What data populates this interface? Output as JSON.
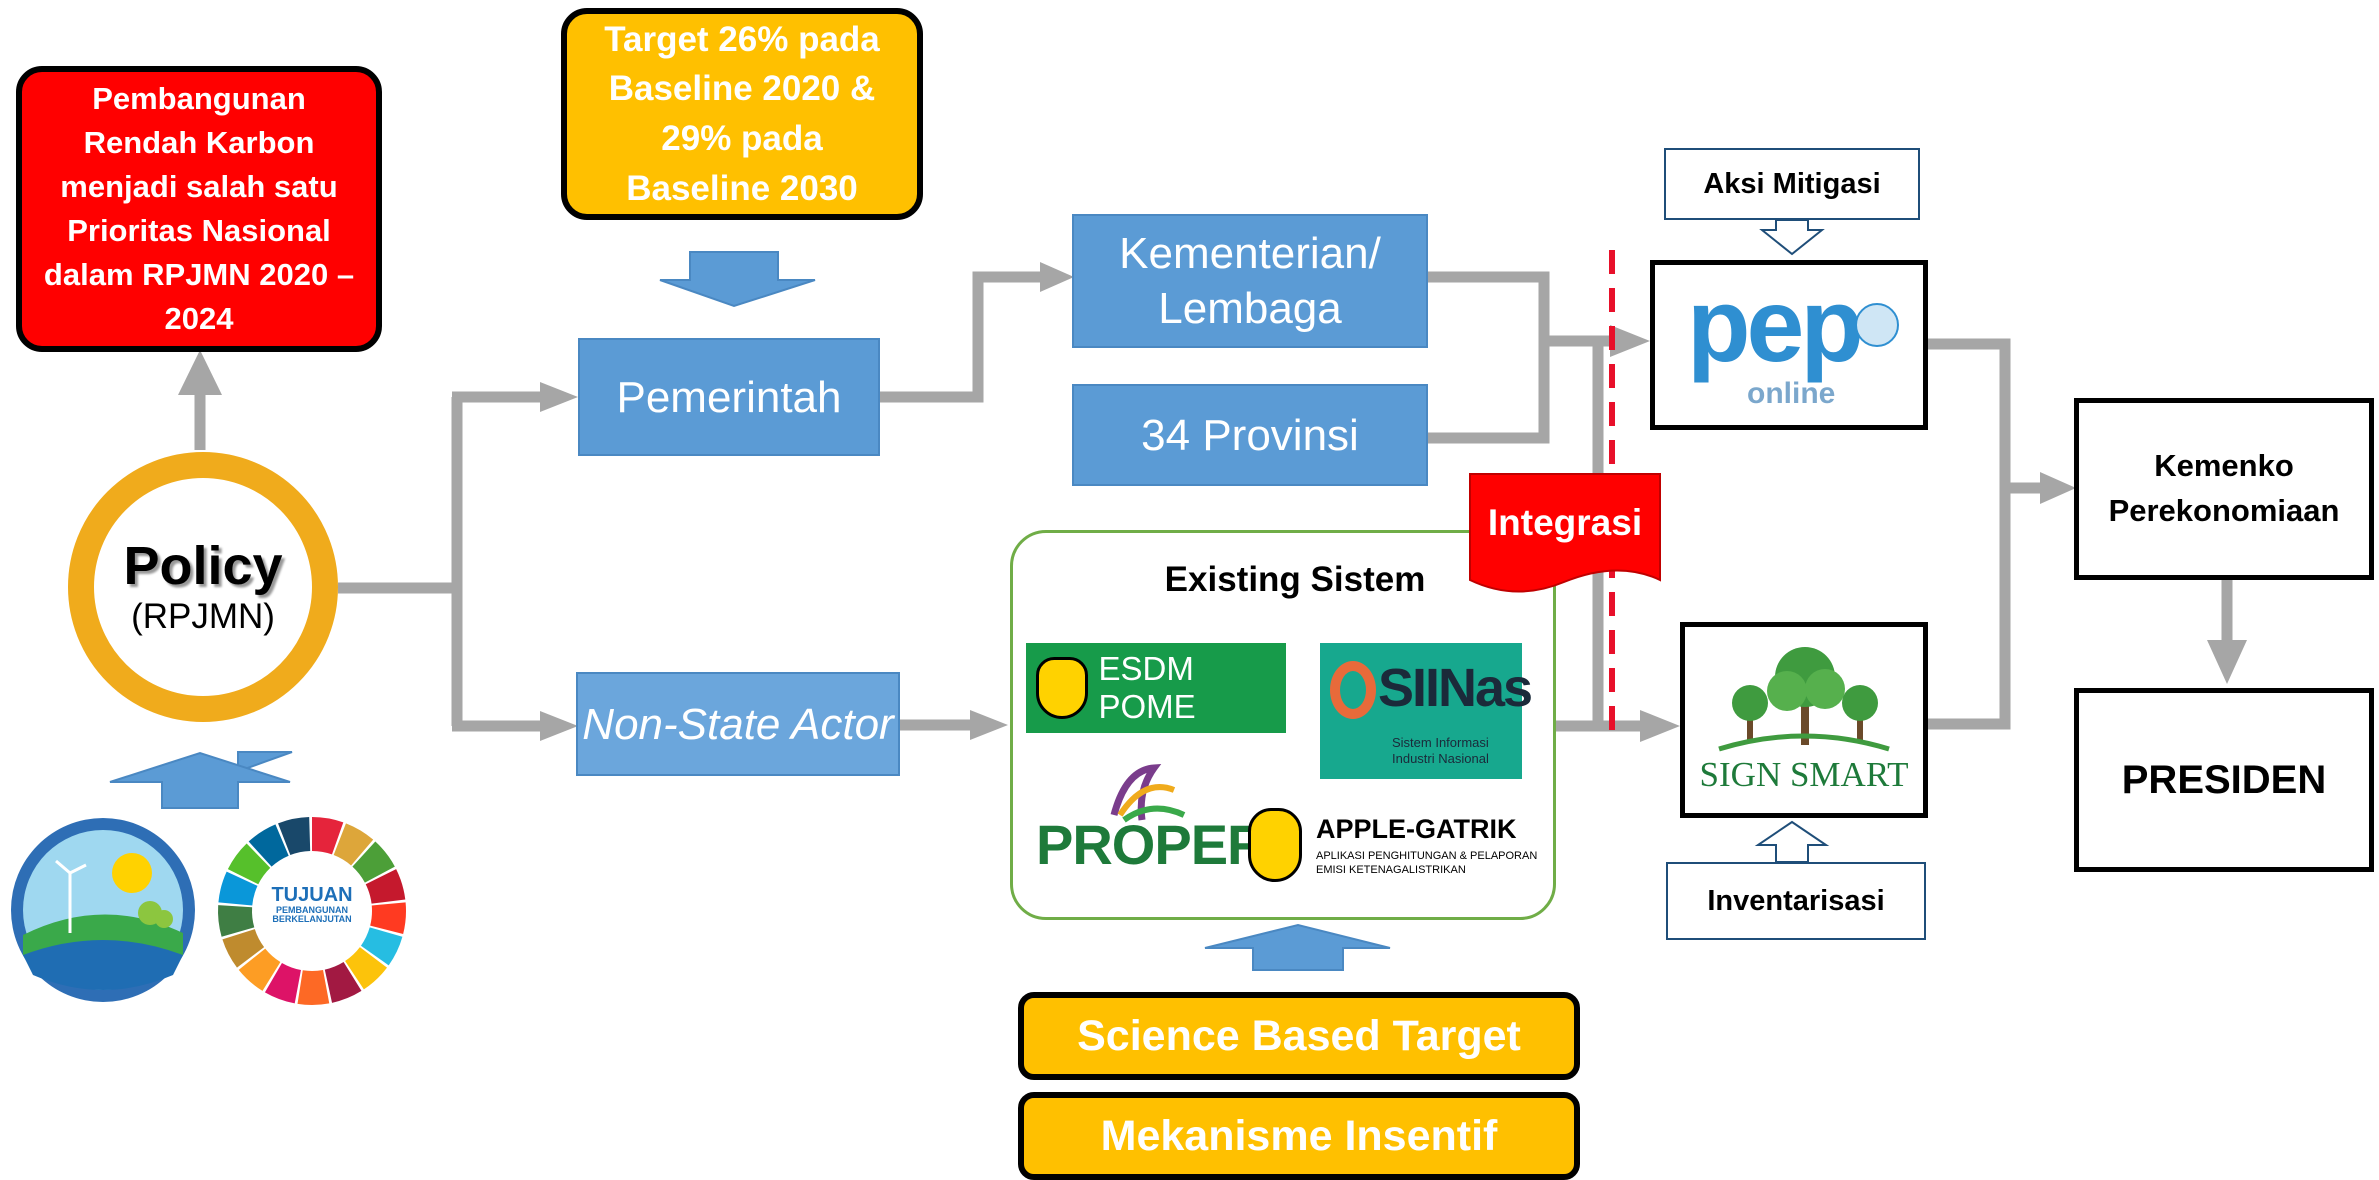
{
  "top_goal": "Pembangunan Rendah Karbon menjadi salah satu Prioritas Nasional dalam RPJMN 2020 – 2024",
  "target": "Target 26% pada Baseline 2020 & 29% pada Baseline 2030",
  "policy": {
    "title": "Policy",
    "subtitle": "(RPJMN)"
  },
  "sdg_logo_text": {
    "line1": "TUJUAN",
    "line2": "PEMBANGUNAN",
    "line3": "BERKELANJUTAN"
  },
  "nodes": {
    "pemerintah": "Pemerintah",
    "non_state_actor": "Non-State Actor",
    "kementerian": "Kementerian/ Lembaga",
    "provinsi": "34 Provinsi",
    "existing_sistem": "Existing Sistem",
    "integrasi": "Integrasi",
    "aksi_mitigasi": "Aksi Mitigasi",
    "inventarisasi": "Inventarisasi",
    "kemenko": "Kemenko Perekonomiaan",
    "presiden": "PRESIDEN",
    "science_based_target": "Science Based Target",
    "mekanisme_insentif": "Mekanisme Insentif"
  },
  "logos": {
    "pep_main": "pep",
    "pep_sub": "online",
    "sign_smart": "SIGN SMART",
    "esdm_pome": "ESDM POME",
    "siinas_title": "SIINas",
    "siinas_sub1": "Sistem Informasi",
    "siinas_sub2": "Industri Nasional",
    "proper": "PROPER",
    "apple_gatrik": "APPLE-GATRIK",
    "apple_sub1": "APLIKASI PENGHITUNGAN & PELAPORAN",
    "apple_sub2": "EMISI KETENAGALISTRIKAN"
  },
  "colors": {
    "red": "#ff0000",
    "yellow": "#ffc000",
    "blue_box": "#5b9bd5",
    "arrow_gray": "#a6a6a6",
    "policy_ring": "#f0ab1c",
    "existing_border": "#70ad47",
    "dashed_line": "#e8102a"
  }
}
